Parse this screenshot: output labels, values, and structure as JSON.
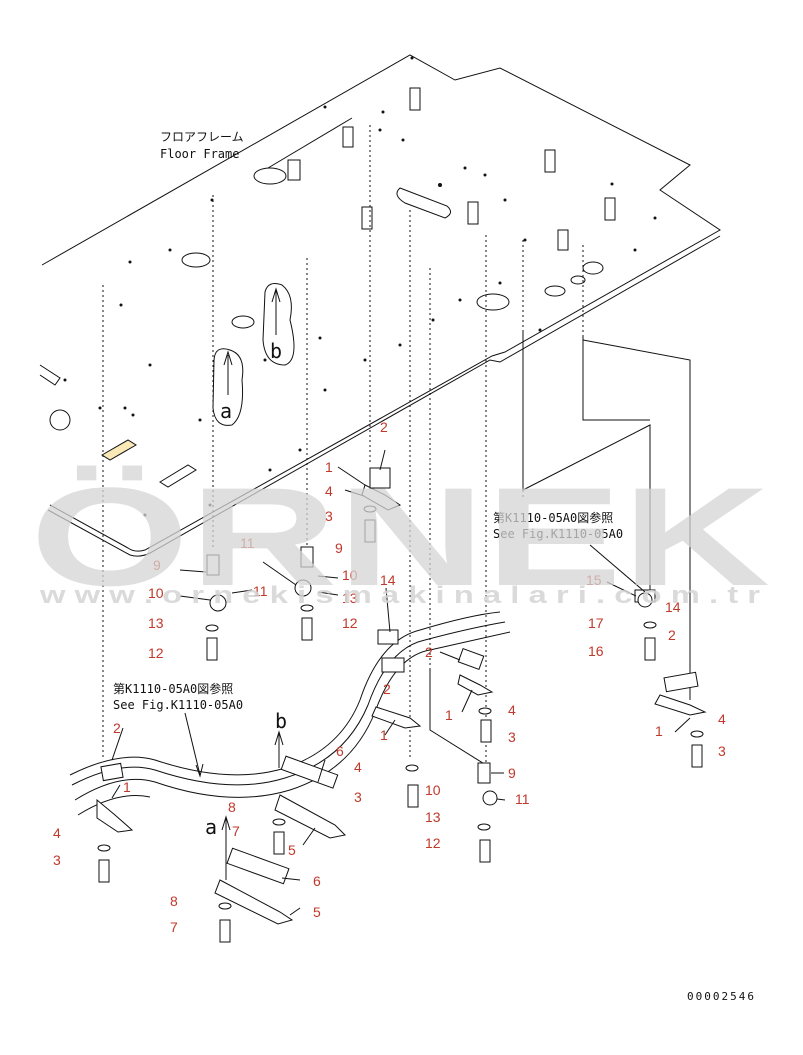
{
  "labels": {
    "floor_frame_jp": "フロアフレーム",
    "floor_frame_en": "Floor Frame",
    "ref_jp": "第K1110-05A0図参照",
    "ref_en": "See Fig.K1110-05A0",
    "view_a": "a",
    "view_b": "b",
    "drawing_number": "00002546"
  },
  "watermark": {
    "brand": "ÖRNEK",
    "site": "w w w . o r n e k i s m a k i n a l a r i . c o m . t r"
  },
  "callouts": [
    "1",
    "2",
    "3",
    "4",
    "5",
    "6",
    "7",
    "8",
    "9",
    "10",
    "11",
    "12",
    "13",
    "14",
    "15",
    "16",
    "17"
  ],
  "colors": {
    "callout": "#c0392b",
    "line": "#111111",
    "watermark": "#d4d4d4",
    "accent": "#f0c030"
  }
}
